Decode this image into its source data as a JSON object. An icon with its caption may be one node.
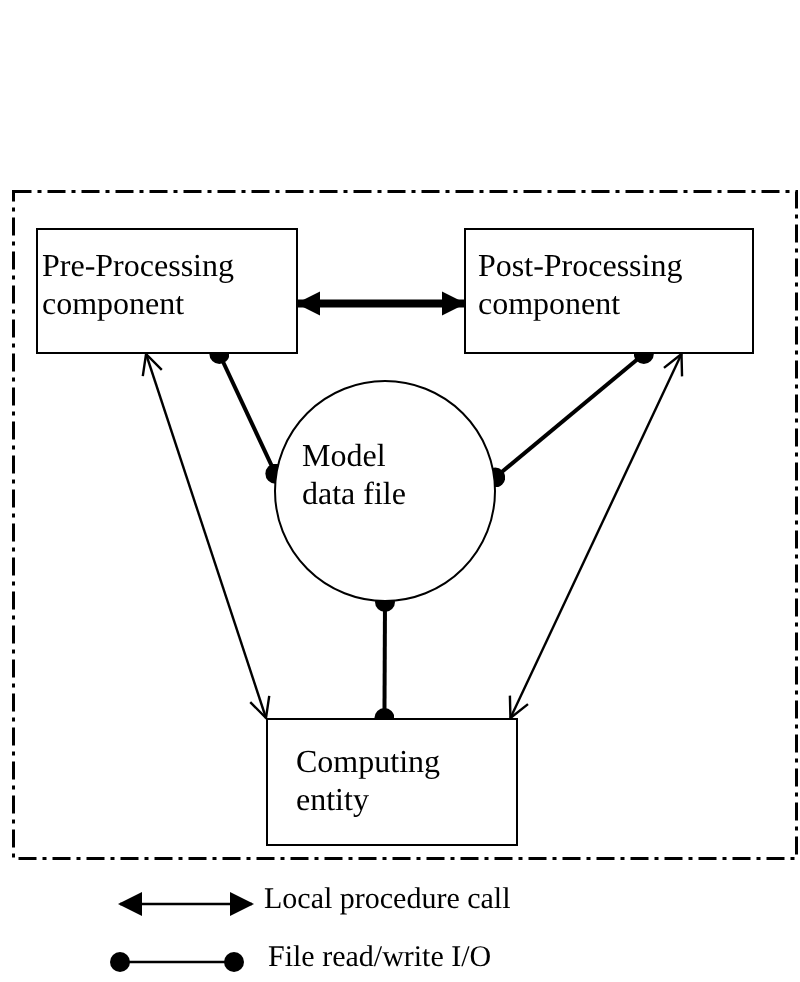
{
  "diagram": {
    "nodes": [
      {
        "text": [],
        "shape": "box"
      },
      {
        "text": [
          "Pre-Processing component"
        ],
        "in": 0
      },
      {
        "text": [
          "Post-Processing component"
        ],
        "in": 0
      },
      {
        "text": [
          "Model data file"
        ],
        "in": 0
      },
      {
        "text": [
          "Computing entity"
        ],
        "in": 0
      }
    ],
    "edges": [
      {
        "from": 1,
        "to": 2,
        "arrow": "both",
        "style": "thick"
      },
      {
        "from": 1,
        "to": 3,
        "arrow": "other"
      },
      {
        "from": 2,
        "to": 3,
        "arrow": "other"
      },
      {
        "from": 3,
        "to": 4,
        "arrow": "other"
      },
      {
        "from": 1,
        "to": 4,
        "arrow": "both"
      },
      {
        "from": 2,
        "to": 4,
        "arrow": "both"
      }
    ],
    "legend": [
      {
        "text": "Local procedure call"
      },
      {
        "text": "File read/write I/O"
      }
    ]
  }
}
